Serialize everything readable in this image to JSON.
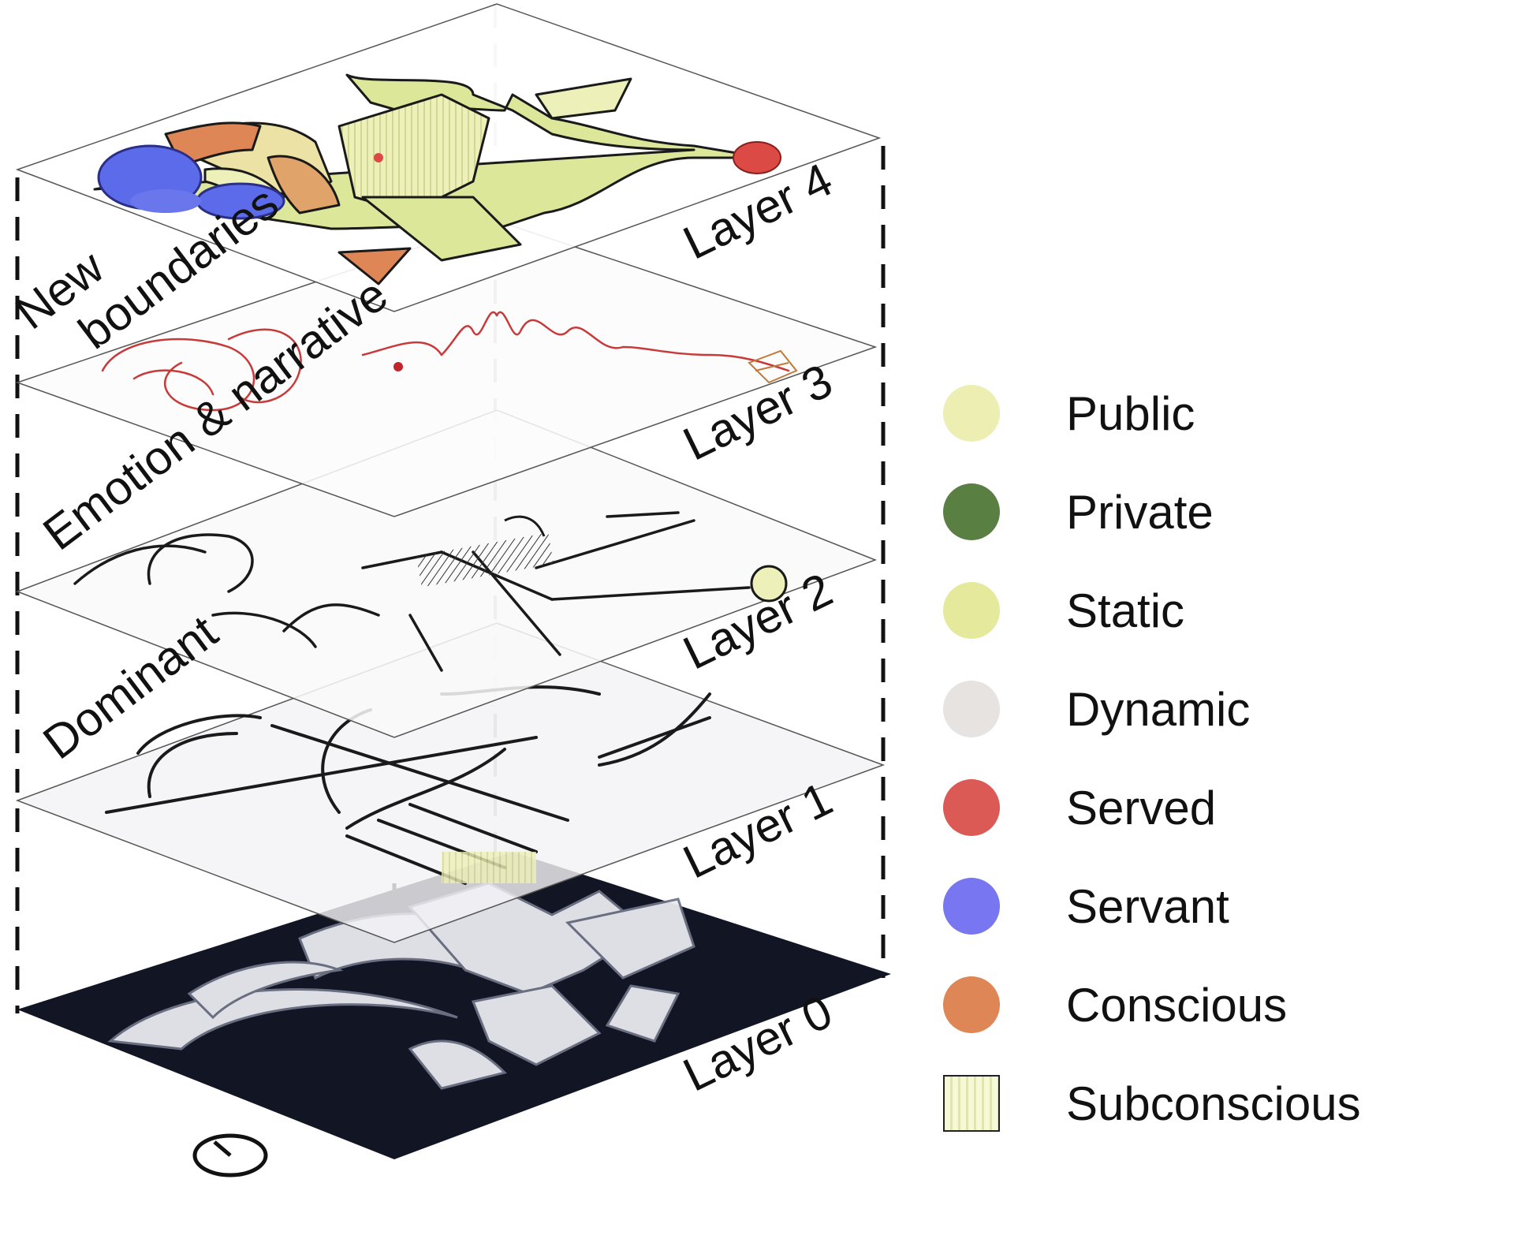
{
  "layers": [
    {
      "label": "Layer 0"
    },
    {
      "label": "Layer 1"
    },
    {
      "label": "Layer 2"
    },
    {
      "label": "Layer 3"
    },
    {
      "label": "Layer 4"
    }
  ],
  "themes": [
    {
      "label": "Dominant"
    },
    {
      "label": "Emotion & narrative"
    },
    {
      "label_line1": "New",
      "label_line2": "boundaries"
    }
  ],
  "legend": [
    {
      "label": "Public",
      "color": "#eceeb2"
    },
    {
      "label": "Private",
      "color": "#5a7f43"
    },
    {
      "label": "Static",
      "color": "#e5e99c"
    },
    {
      "label": "Dynamic",
      "color": "#e6e3e1"
    },
    {
      "label": "Served",
      "color": "#dc5a55"
    },
    {
      "label": "Servant",
      "color": "#7876f0"
    },
    {
      "label": "Conscious",
      "color": "#de8655"
    },
    {
      "label": "Subconscious",
      "color": "#f2f4cc",
      "pattern": "vertical-stripes"
    }
  ],
  "icons": {
    "clock": "clock-icon"
  }
}
